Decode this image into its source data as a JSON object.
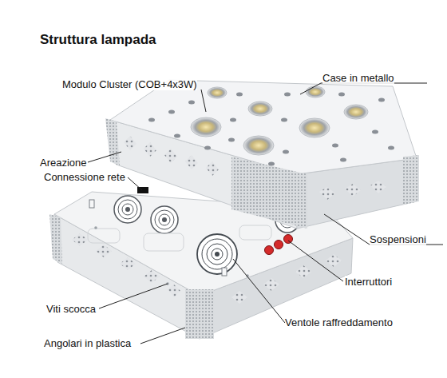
{
  "diagram": {
    "title": "Struttura lampada",
    "labels": [
      "Modulo Cluster (COB+4x3W)",
      "Case in metallo",
      "Areazione",
      "Connessione rete",
      "Sospensioni",
      "Interruttori",
      "Viti scocca",
      "Ventole raffreddamento",
      "Angolari in plastica"
    ]
  }
}
